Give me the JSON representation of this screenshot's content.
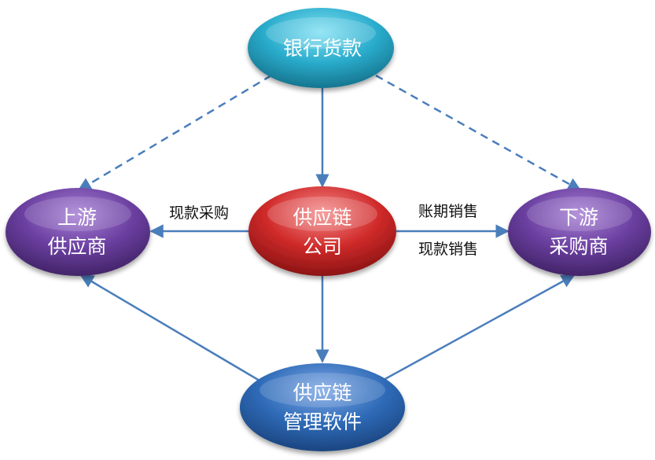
{
  "nodes": {
    "bank": {
      "lines": [
        "银行货款"
      ],
      "color": "#2aaccc"
    },
    "company": {
      "lines": [
        "供应链",
        "公司"
      ],
      "color": "#d02a2a"
    },
    "upstream": {
      "lines": [
        "上游",
        "供应商"
      ],
      "color": "#6a3fa0"
    },
    "downstream": {
      "lines": [
        "下游",
        "采购商"
      ],
      "color": "#6a3fa0"
    },
    "software": {
      "lines": [
        "供应链",
        "管理软件"
      ],
      "color": "#2f6bb8"
    }
  },
  "edge_labels": {
    "cash_purchase": "现款采购",
    "credit_sales": "账期销售",
    "cash_sales": "现款销售"
  },
  "edge_color": "#4a7ebb"
}
